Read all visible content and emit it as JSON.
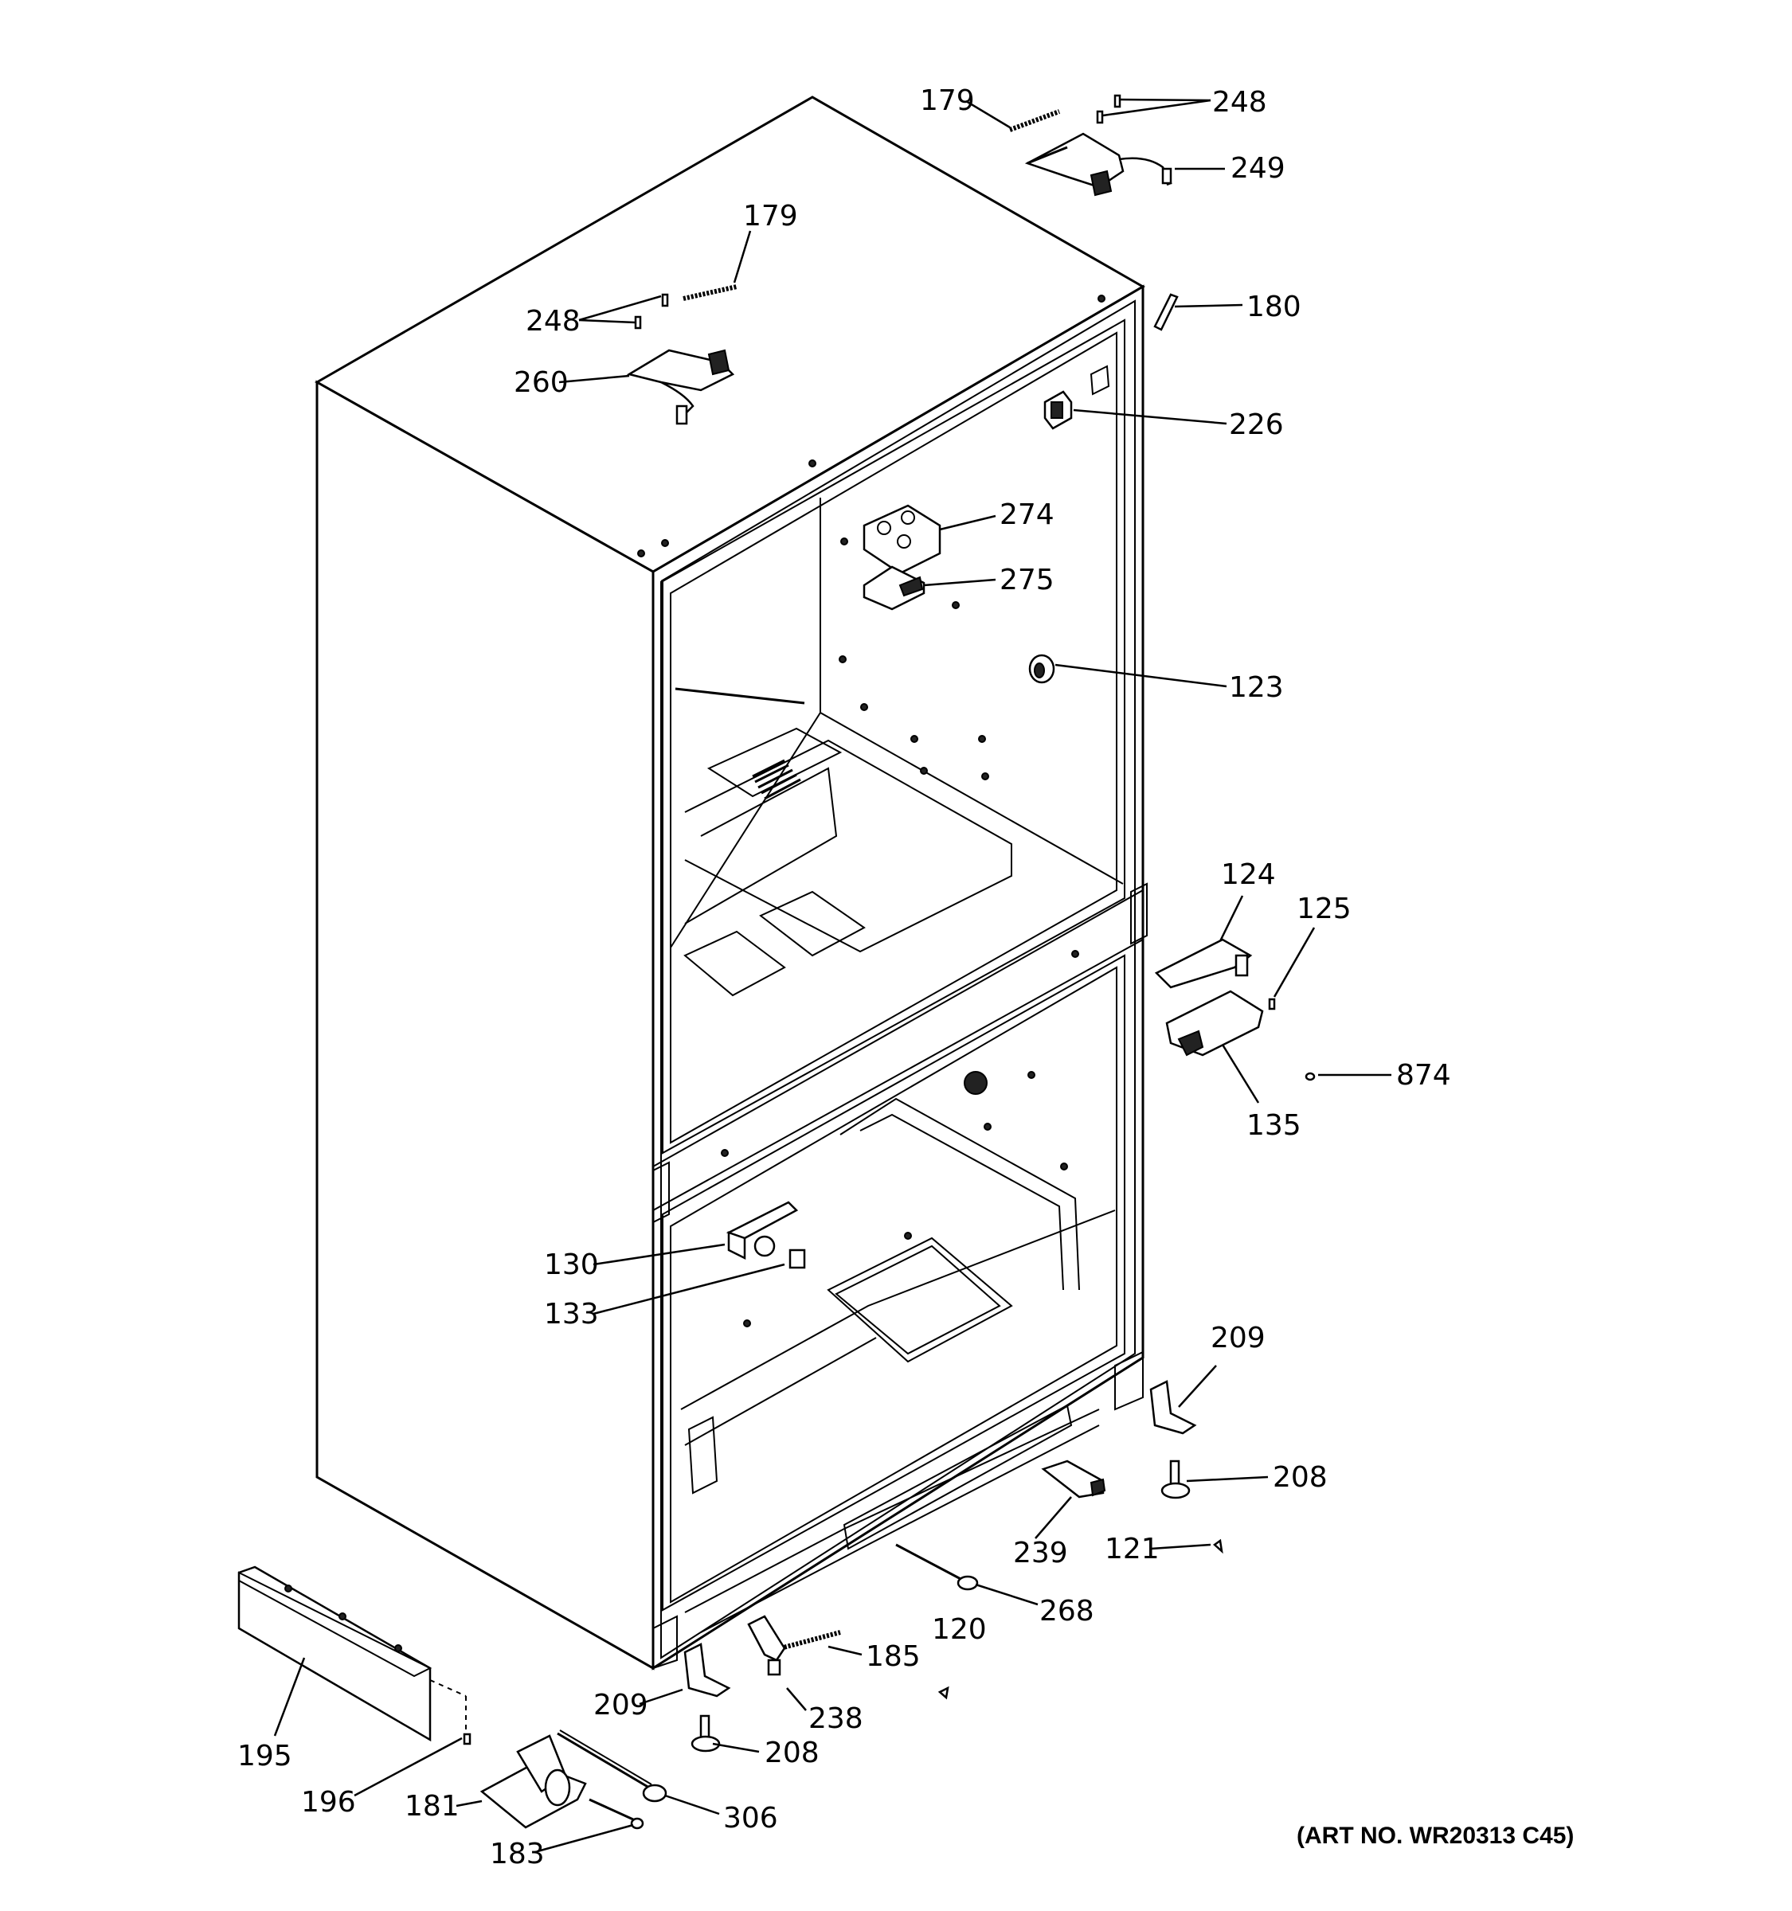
{
  "labels": {
    "l179a": "179",
    "l248a": "248",
    "l249": "249",
    "l179b": "179",
    "l248b": "248",
    "l260": "260",
    "l180": "180",
    "l226": "226",
    "l274": "274",
    "l275": "275",
    "l123": "123",
    "l124": "124",
    "l125": "125",
    "l874": "874",
    "l135": "135",
    "l130": "130",
    "l133": "133",
    "l209a": "209",
    "l208a": "208",
    "l239": "239",
    "l121": "121",
    "l268": "268",
    "l120": "120",
    "l185": "185",
    "l238": "238",
    "l209b": "209",
    "l208b": "208",
    "l195": "195",
    "l196": "196",
    "l181": "181",
    "l306": "306",
    "l183": "183"
  },
  "art_number": "(ART NO. WR20313 C45)"
}
